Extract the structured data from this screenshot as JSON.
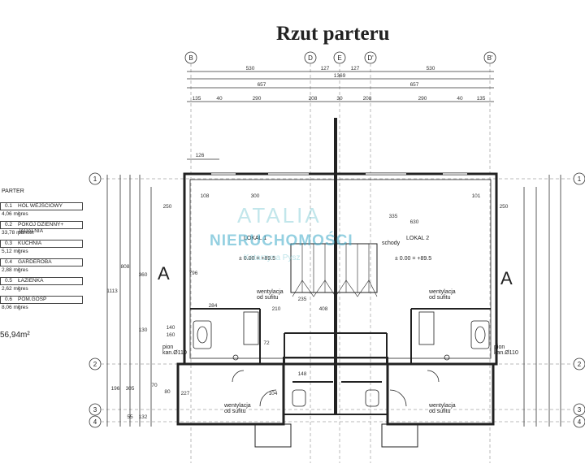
{
  "title": "Rzut parteru",
  "axes": {
    "cols": [
      "B",
      "D",
      "E",
      "D'",
      "B'"
    ],
    "rows": [
      "1",
      "2",
      "3",
      "4"
    ]
  },
  "dims": {
    "top1": [
      "530",
      "127",
      "127",
      "530"
    ],
    "overall": "1369",
    "top2": [
      "657",
      "657"
    ],
    "top3": [
      "135",
      "40",
      "290",
      "208",
      "30",
      "208",
      "290",
      "40",
      "135"
    ],
    "misc": [
      "126",
      "108",
      "300",
      "250",
      "250",
      "101",
      "630",
      "335",
      "360",
      "808",
      "1113",
      "796",
      "235",
      "210",
      "408",
      "284",
      "140",
      "160",
      "130",
      "305",
      "196",
      "227",
      "148",
      "104",
      "72",
      "70",
      "80",
      "55",
      "132"
    ]
  },
  "rooms_panel": {
    "header": "PARTER",
    "rooms": [
      {
        "num": "0.1",
        "name": "HOL WEJŚCIOWY",
        "area": "4,06 m²",
        "floor": "gres"
      },
      {
        "num": "0.2",
        "name": "POKÓJ DZIENNY+ JADALNIA",
        "area": "33,78 m²",
        "floor": "parkiet"
      },
      {
        "num": "0.3",
        "name": "KUCHNIA",
        "area": "5,12 m²",
        "floor": "gres"
      },
      {
        "num": "0.4",
        "name": "GARDEROBA",
        "area": "2,88 m²",
        "floor": "gres"
      },
      {
        "num": "0.5",
        "name": "ŁAZIENKA",
        "area": "2,62 m²",
        "floor": "gres"
      },
      {
        "num": "0.6",
        "name": "POM.GOSP",
        "area": "8,06 m²",
        "floor": "gres"
      }
    ],
    "total": "56,94m²"
  },
  "plan_labels": {
    "lokal1": "LOKAL 1",
    "lokal2": "LOKAL 2",
    "level1": "± 0.00 = +89.5",
    "level2": "± 0.00 = +89.5",
    "vent": "wentylacja od sufitu",
    "pion": "pion kan.Ø110",
    "schody": "schody",
    "section": "A"
  },
  "watermark": {
    "line1": "ATALIA",
    "line2": "NIERUCHOMOŚCI",
    "line3": "Katarzyna Pysz"
  }
}
